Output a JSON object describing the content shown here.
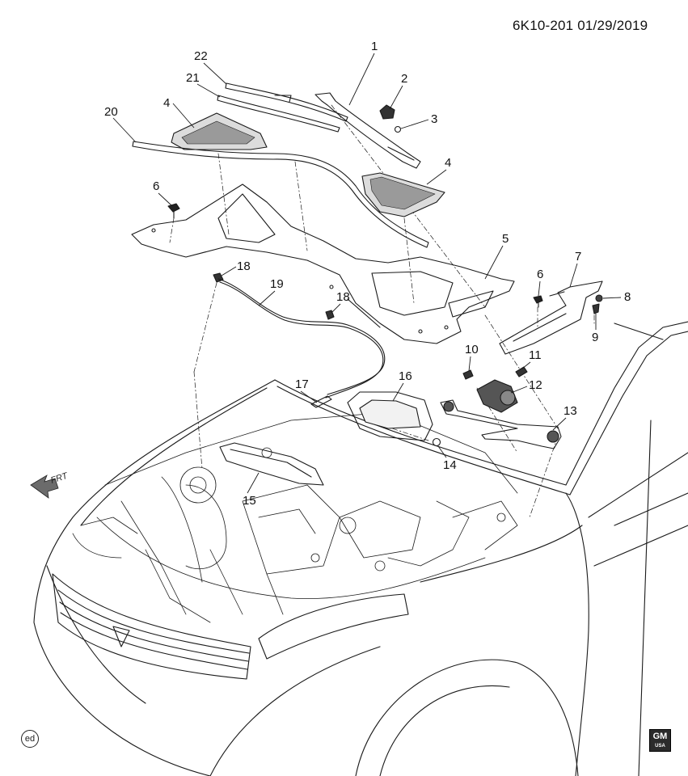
{
  "header": {
    "code": "6K10-201 01/29/2019"
  },
  "footer": {
    "ed_mark": "ed",
    "brand_logo": "GM",
    "brand_sub": "USA"
  },
  "direction_marker": {
    "label": "FRT",
    "icon": "arrow-front-icon"
  },
  "callouts": [
    "1",
    "2",
    "3",
    "4",
    "4",
    "5",
    "6",
    "6",
    "7",
    "8",
    "9",
    "10",
    "11",
    "12",
    "13",
    "14",
    "15",
    "16",
    "17",
    "18",
    "18",
    "19",
    "20",
    "21",
    "22"
  ]
}
